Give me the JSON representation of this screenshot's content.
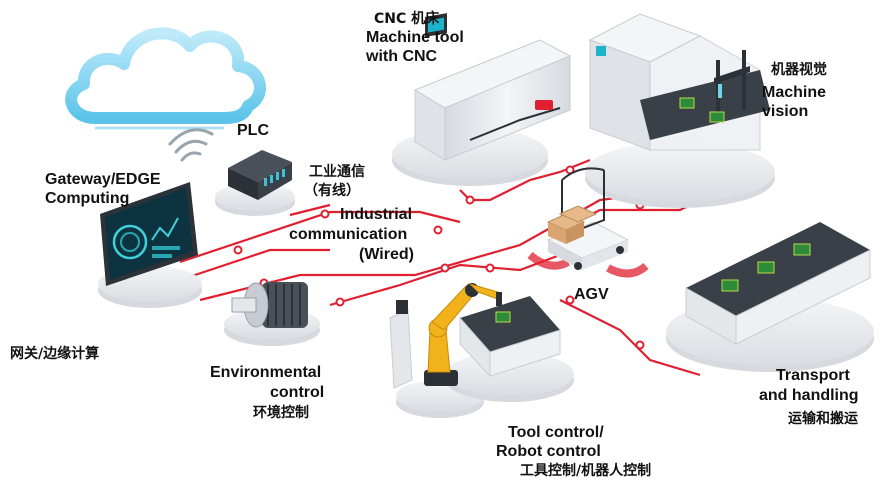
{
  "labels": {
    "cnc_cn": "CNC 机床",
    "cnc_en_1": "Machine tool",
    "cnc_en_2": "with CNC",
    "vision_cn": "机器视觉",
    "vision_en_1": "Machine",
    "vision_en_2": "vision",
    "plc": "PLC",
    "comm_cn_1": "工业通信",
    "comm_cn_2": "（有线）",
    "comm_en_1": "Industrial",
    "comm_en_2": "communication",
    "comm_en_3": "(Wired)",
    "gateway_en_1": "Gateway/EDGE",
    "gateway_en_2": "Computing",
    "gateway_cn": "网关/边缘计算",
    "agv": "AGV",
    "env_en_1": "Environmental",
    "env_en_2": "control",
    "env_cn": "环境控制",
    "transport_en_1": "Transport",
    "transport_en_2": "and handling",
    "transport_cn": "运输和搬运",
    "robot_en_1": "Tool control/",
    "robot_en_2": "Robot control",
    "robot_cn": "工具控制/机器人控制"
  },
  "colors": {
    "network_line": "#e02030",
    "cloud": "#7ed3f0",
    "platform": "#eceef2",
    "machine_body": "#e9ecf0",
    "robot_arm": "#f2b21c",
    "pcb": "#2e8b3a",
    "screen": "#0d3340"
  },
  "icons": [
    "cloud-icon",
    "wifi-icon",
    "plc-icon",
    "monitor-icon",
    "cnc-machine-icon",
    "vision-machine-icon",
    "agv-icon",
    "motor-icon",
    "robot-arm-icon",
    "conveyor-icon"
  ]
}
